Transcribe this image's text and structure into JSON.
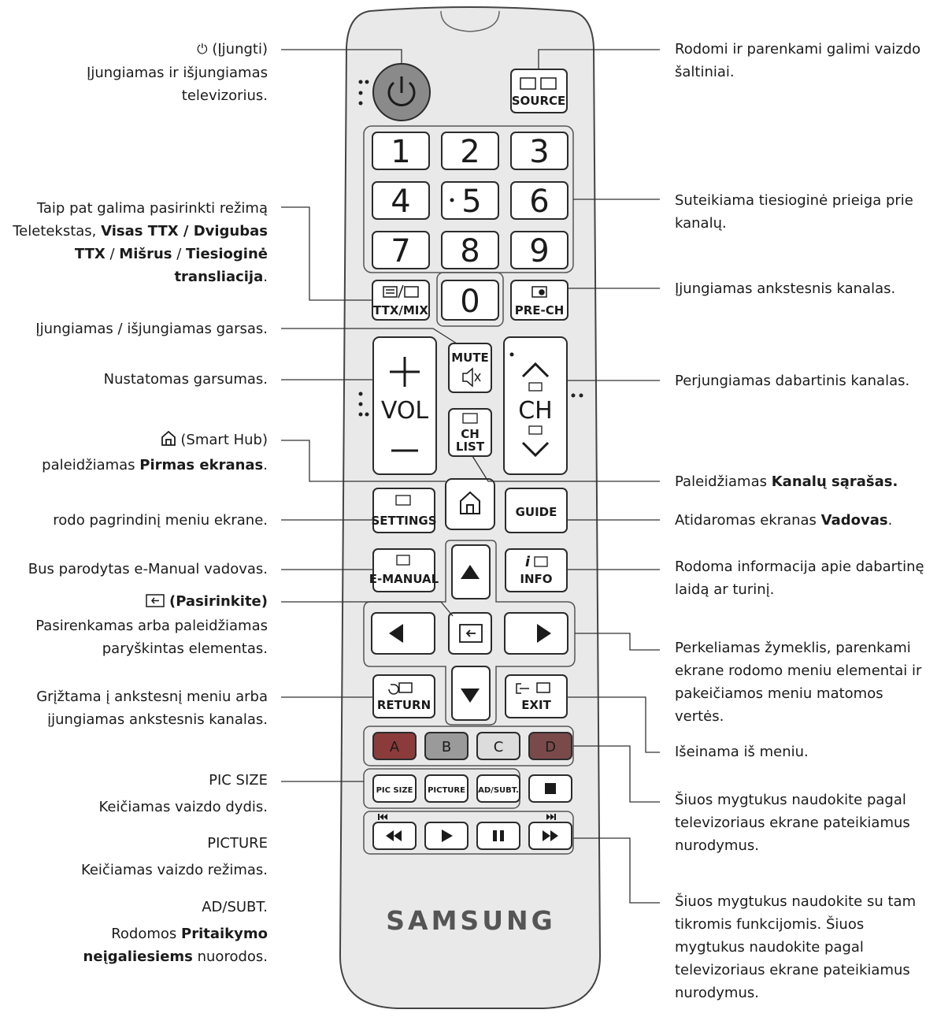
{
  "remote": {
    "brand": "SAMSUNG",
    "buttons": {
      "source": "SOURCE",
      "digits": [
        "1",
        "2",
        "3",
        "4",
        "5",
        "6",
        "7",
        "8",
        "9"
      ],
      "zero": "0",
      "ttx": "TTX/MIX",
      "prech": "PRE-CH",
      "mute": "MUTE",
      "vol": "VOL",
      "ch": "CH",
      "chlist_1": "CH",
      "chlist_2": "LIST",
      "settings": "SETTINGS",
      "guide": "GUIDE",
      "emanual": "E-MANUAL",
      "info": "INFO",
      "info_i": "i",
      "return": "RETURN",
      "exit": "EXIT",
      "color_a": "A",
      "color_b": "B",
      "color_c": "C",
      "color_d": "D",
      "picsize": "PIC SIZE",
      "picture": "PICTURE",
      "adsubt": "AD/SUBT."
    },
    "colors": {
      "power": "#8a8a8a",
      "a": "#8c3b3b",
      "b": "#9a9a9a",
      "c": "#dcdcdc",
      "d": "#7a4a4a"
    }
  },
  "annotations": {
    "left": {
      "power_title": "(Įjungti)",
      "power_desc": "Įjungiamas ir išjungiamas televizorius.",
      "ttx_p1": "Taip pat galima pasirinkti režimą Teletekstas, ",
      "ttx_b1": "Visas TTX / Dvigubas TTX",
      "ttx_p2": " / ",
      "ttx_b2": "Mišrus",
      "ttx_p3": " / ",
      "ttx_b3": "Tiesioginė transliacija",
      "ttx_p4": ".",
      "mute": "Įjungiamas / išjungiamas garsas.",
      "vol": "Nustatomas garsumas.",
      "smarthub_title": "(Smart Hub)",
      "smarthub_p1": "paleidžiamas ",
      "smarthub_b1": "Pirmas ekranas",
      "smarthub_p2": ".",
      "settings": "rodo pagrindinį meniu ekrane.",
      "emanual": "Bus parodytas e-Manual vadovas.",
      "select_title": "(Pasirinkite)",
      "select_desc": "Pasirenkamas arba paleidžiamas paryškintas elementas.",
      "return": "Grįžtama į ankstesnį meniu arba įjungiamas ankstesnis kanalas.",
      "picsize_title": "PIC SIZE",
      "picsize_desc": "Keičiamas vaizdo dydis.",
      "picture_title": "PICTURE",
      "picture_desc": "Keičiamas vaizdo režimas.",
      "adsubt_title": "AD/SUBT.",
      "adsubt_p1": "Rodomos ",
      "adsubt_b1": "Pritaikymo neįgaliesiems",
      "adsubt_p2": " nuorodos."
    },
    "right": {
      "source": "Rodomi ir parenkami galimi vaizdo šaltiniai.",
      "digits": "Suteikiama tiesioginė prieiga prie kanalų.",
      "prech": "Įjungiamas ankstesnis kanalas.",
      "ch": "Perjungiamas dabartinis kanalas.",
      "chlist_p1": "Paleidžiamas ",
      "chlist_b1": "Kanalų sąrašas",
      "chlist_p2": ".",
      "guide_p1": "Atidaromas ekranas ",
      "guide_b1": "Vadovas",
      "guide_p2": ".",
      "info": "Rodoma informacija apie dabartinę laidą ar turinį.",
      "nav": "Perkeliamas žymeklis, parenkami ekrane rodomo meniu elementai ir pakeičiamos meniu matomos vertės.",
      "exit": "Išeinama iš meniu.",
      "color": "Šiuos mygtukus naudokite pagal televizoriaus ekrane pateikiamus nurodymus.",
      "media": "Šiuos mygtukus naudokite su tam tikromis funkcijomis. Šiuos mygtukus naudokite pagal televizoriaus ekrane pateikiamus nurodymus."
    }
  }
}
